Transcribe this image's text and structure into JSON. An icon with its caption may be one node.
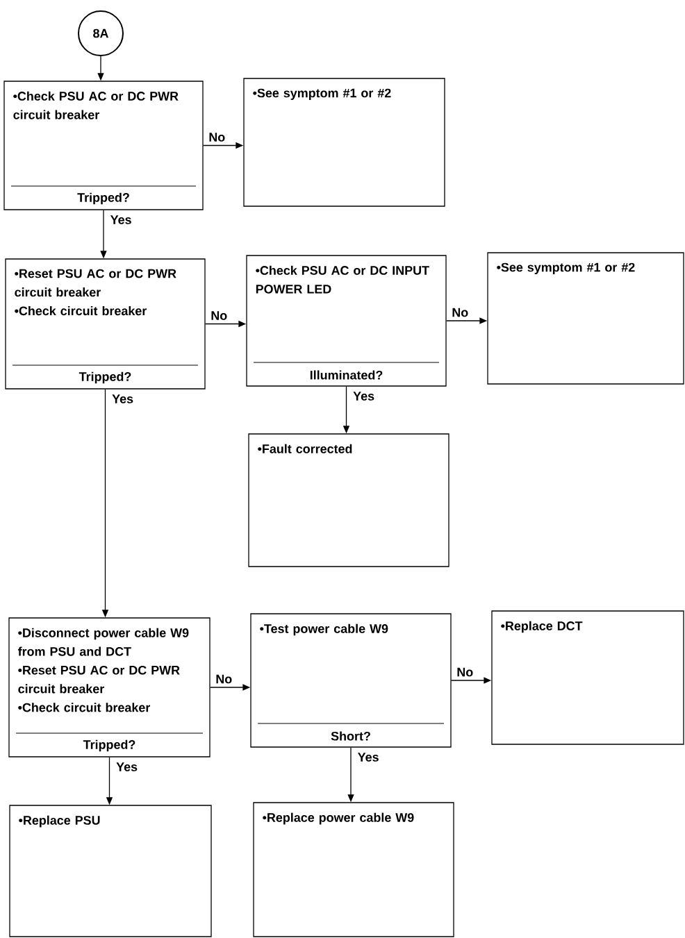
{
  "diagram": {
    "nodes": [
      {
        "text": [
          "8A"
        ]
      },
      {
        "text": [
          "•Check PSU AC or DC PWR circuit breaker",
          "Tripped?"
        ]
      },
      {
        "text": [
          "•See symptom #1 or #2"
        ]
      },
      {
        "text": [
          "•Reset PSU AC or DC PWR circuit breaker",
          "•Check circuit breaker",
          "Tripped?"
        ]
      },
      {
        "text": [
          "•Check PSU AC or DC INPUT POWER LED",
          "Illuminated?"
        ]
      },
      {
        "text": [
          "•See symptom #1 or #2"
        ]
      },
      {
        "text": [
          "•Fault corrected"
        ]
      },
      {
        "text": [
          "•Disconnect power cable W9 from PSU and DCT",
          "•Reset PSU AC or DC PWR circuit breaker",
          "•Check circuit breaker",
          "Tripped?"
        ]
      },
      {
        "text": [
          "•Test power cable W9",
          "Short?"
        ]
      },
      {
        "text": [
          "•Replace DCT"
        ]
      },
      {
        "text": [
          "•Replace PSU"
        ]
      },
      {
        "text": [
          "•Replace power cable W9"
        ]
      }
    ],
    "edges": [
      {
        "from": 0,
        "to": 1,
        "arrow": "to"
      },
      {
        "from": 1,
        "to": 2,
        "arrow": "to",
        "label": "No"
      },
      {
        "from": 1,
        "to": 3,
        "arrow": "to",
        "label": "Yes"
      },
      {
        "from": 3,
        "to": 4,
        "arrow": "to",
        "label": "No"
      },
      {
        "from": 4,
        "to": 5,
        "arrow": "to",
        "label": "No"
      },
      {
        "from": 4,
        "to": 6,
        "arrow": "to",
        "label": "Yes"
      },
      {
        "from": 3,
        "to": 7,
        "arrow": "to",
        "label": "Yes"
      },
      {
        "from": 7,
        "to": 8,
        "arrow": "to",
        "label": "No"
      },
      {
        "from": 8,
        "to": 9,
        "arrow": "to",
        "label": "No"
      },
      {
        "from": 7,
        "to": 10,
        "arrow": "to",
        "label": "Yes"
      },
      {
        "from": 8,
        "to": 11,
        "arrow": "to",
        "label": "Yes"
      }
    ]
  }
}
